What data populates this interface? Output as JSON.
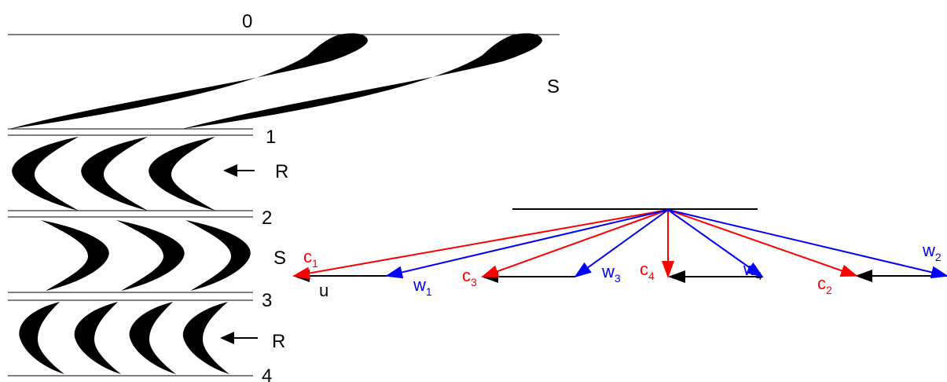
{
  "stations": {
    "s0": "0",
    "s1": "1",
    "s2": "2",
    "s3": "3",
    "s4": "4"
  },
  "rows": {
    "stator_top": "S",
    "rotor_1": "R",
    "stator_mid": "S",
    "rotor_2": "R"
  },
  "vectors": {
    "c1": {
      "main": "c",
      "sub": "1"
    },
    "u": "u",
    "w1": {
      "main": "w",
      "sub": "1"
    },
    "c3": {
      "main": "c",
      "sub": "3"
    },
    "w3": {
      "main": "w",
      "sub": "3"
    },
    "c4": {
      "main": "c",
      "sub": "4"
    },
    "w4": {
      "main": "w",
      "sub": "4"
    },
    "c2": {
      "main": "c",
      "sub": "2"
    },
    "w2": {
      "main": "w",
      "sub": "2"
    }
  },
  "colors": {
    "absolute_velocity": "#ff0000",
    "relative_velocity": "#0000ff",
    "blade_speed": "#000000",
    "lines": "#000000"
  }
}
